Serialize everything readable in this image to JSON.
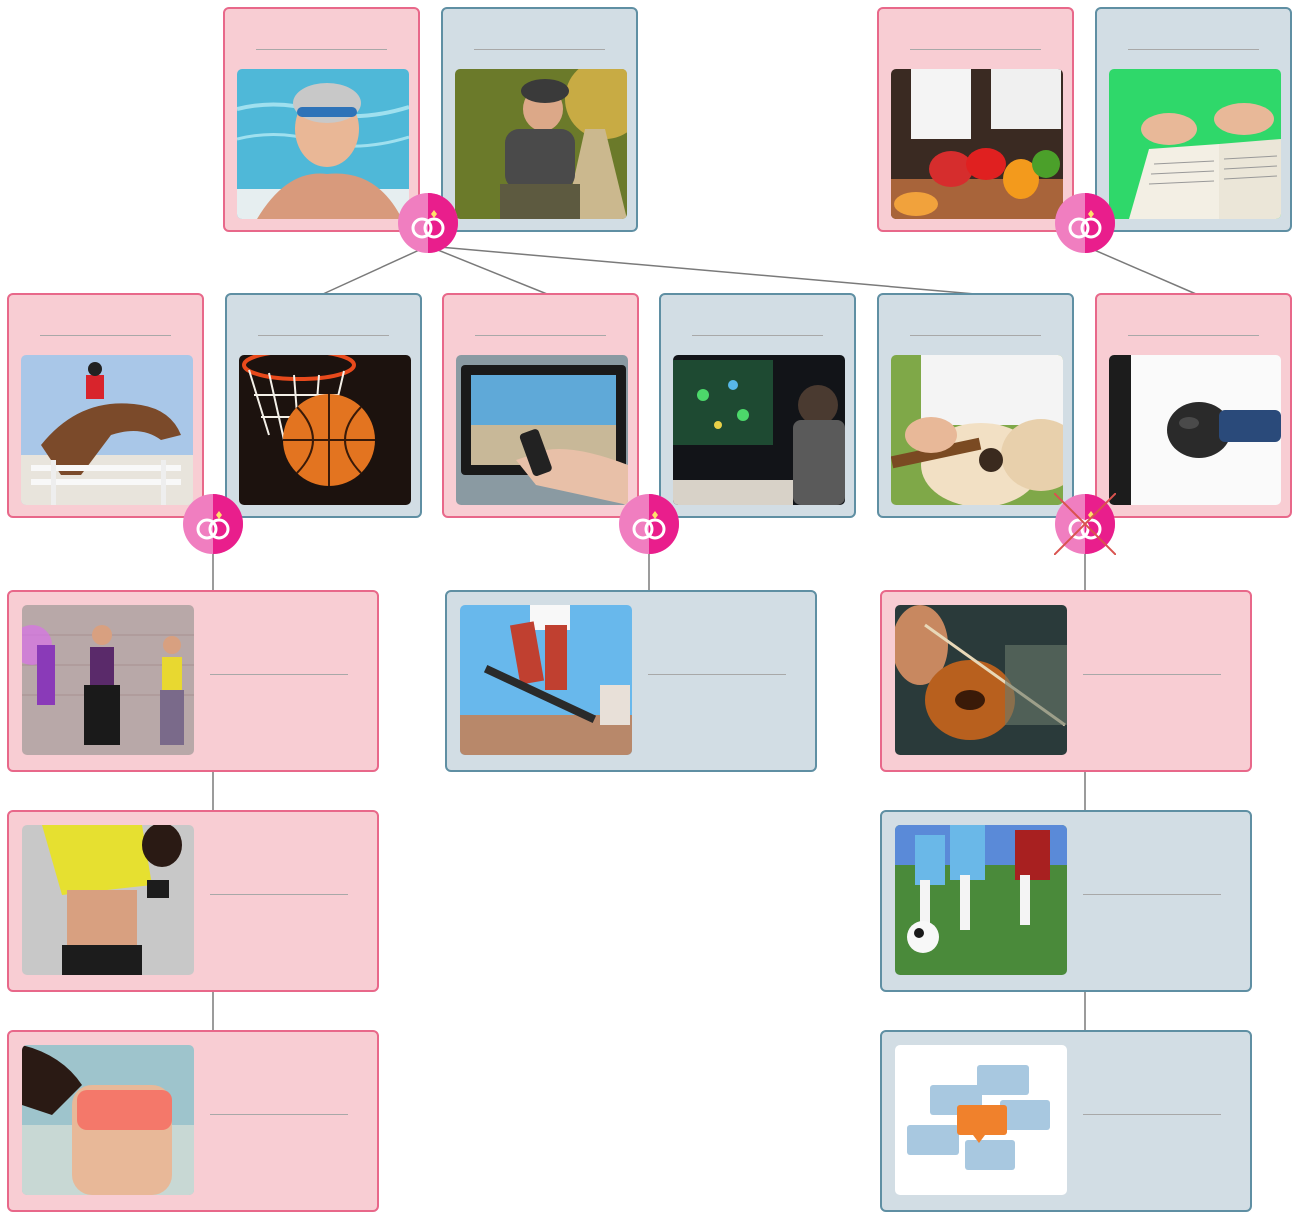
{
  "theme": {
    "female_fill": "#f8cdd3",
    "female_border": "#e8688a",
    "male_fill": "#d2dde4",
    "male_border": "#5f8fa3",
    "connector": "#7a7a7a",
    "badge_color": "#e91e8c",
    "divorce_cross": "#d9534f"
  },
  "people": [
    {
      "id": "grandmother",
      "gender": "female",
      "photo_subject": "swimmer-in-pool",
      "name": ""
    },
    {
      "id": "grandfather",
      "gender": "male",
      "photo_subject": "cyclist-on-path",
      "name": ""
    },
    {
      "id": "other-grandmother",
      "gender": "female",
      "photo_subject": "chopping-vegetables",
      "name": ""
    },
    {
      "id": "other-grandfather",
      "gender": "male",
      "photo_subject": "reading-book",
      "name": ""
    },
    {
      "id": "aunt",
      "gender": "female",
      "photo_subject": "show-jumping-horse",
      "name": ""
    },
    {
      "id": "uncle",
      "gender": "male",
      "photo_subject": "basketball-hoop",
      "name": ""
    },
    {
      "id": "aunt-in-law",
      "gender": "female",
      "photo_subject": "tv-remote",
      "name": ""
    },
    {
      "id": "father",
      "gender": "male",
      "photo_subject": "computer-gaming",
      "name": ""
    },
    {
      "id": "guitarist-father",
      "gender": "male",
      "photo_subject": "acoustic-guitar",
      "name": ""
    },
    {
      "id": "mother",
      "gender": "female",
      "photo_subject": "boxing-glove",
      "name": ""
    },
    {
      "id": "cousin-dancers",
      "gender": "female",
      "photo_subject": "dance-group",
      "name": ""
    },
    {
      "id": "cousin-zumba",
      "gender": "female",
      "photo_subject": "zumba-dancer",
      "name": ""
    },
    {
      "id": "cousin-runner",
      "gender": "female",
      "photo_subject": "runner",
      "name": ""
    },
    {
      "id": "skateboarder",
      "gender": "male",
      "photo_subject": "skateboarder",
      "name": ""
    },
    {
      "id": "violinist",
      "gender": "female",
      "photo_subject": "violinist",
      "name": ""
    },
    {
      "id": "soccer-player",
      "gender": "male",
      "photo_subject": "soccer-players",
      "name": ""
    },
    {
      "id": "chatter",
      "gender": "male",
      "photo_subject": "speech-bubbles",
      "name": ""
    }
  ],
  "unions": [
    {
      "id": "union-grandparents",
      "status": "married",
      "icon": "wedding-rings-icon"
    },
    {
      "id": "union-other-grandparents",
      "status": "married",
      "icon": "wedding-rings-icon"
    },
    {
      "id": "union-aunt-uncle",
      "status": "married",
      "icon": "wedding-rings-icon"
    },
    {
      "id": "union-parents-middle",
      "status": "married",
      "icon": "wedding-rings-icon"
    },
    {
      "id": "union-parents-right",
      "status": "divorced",
      "icon": "divorced-rings-icon"
    }
  ]
}
